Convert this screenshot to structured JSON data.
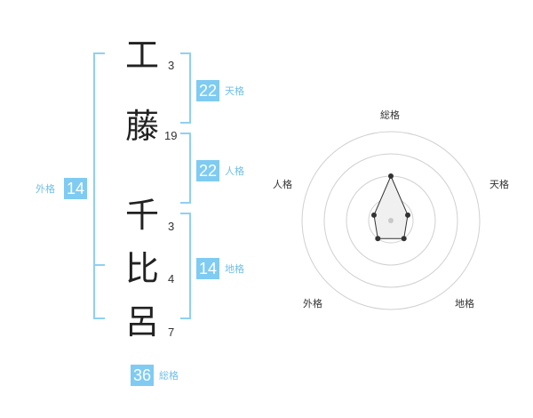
{
  "name": {
    "characters": [
      {
        "char": "工",
        "strokes": "3"
      },
      {
        "char": "藤",
        "strokes": "19"
      },
      {
        "char": "千",
        "strokes": "3"
      },
      {
        "char": "比",
        "strokes": "4"
      },
      {
        "char": "呂",
        "strokes": "7"
      }
    ]
  },
  "kaku": {
    "tenkaku": {
      "value": "22",
      "label": "天格"
    },
    "jinkaku": {
      "value": "22",
      "label": "人格"
    },
    "chikaku": {
      "value": "14",
      "label": "地格"
    },
    "gaikaku": {
      "value": "14",
      "label": "外格"
    },
    "soukaku": {
      "value": "36",
      "label": "総格"
    }
  },
  "radar": {
    "axis_labels": {
      "top": "総格",
      "top_right": "天格",
      "bottom_right": "地格",
      "bottom_left": "外格",
      "top_left": "人格"
    },
    "levels": 4,
    "scores": {
      "soukaku": 0.5,
      "tenkaku": 0.2,
      "chikaku": 0.25,
      "gaikaku": 0.25,
      "jinkaku": 0.2
    }
  },
  "colors": {
    "accent": "#7fcbf2",
    "bracket": "#8fd0f2",
    "ring": "#d0d0d0",
    "polygon_fill": "#f0f0f0",
    "polygon_stroke": "#333333"
  }
}
